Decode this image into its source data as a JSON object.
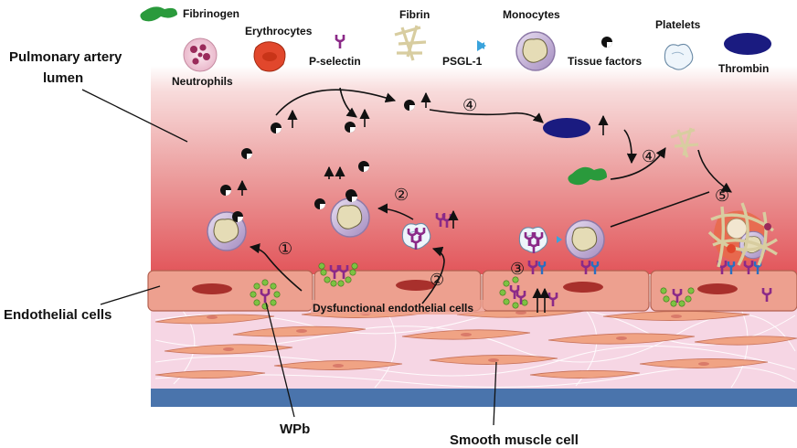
{
  "legend": {
    "fibrinogen": "Fibrinogen",
    "erythrocytes": "Erythrocytes",
    "neutrophils": "Neutrophils",
    "p_selectin": "P-selectin",
    "fibrin": "Fibrin",
    "psgl1": "PSGL-1",
    "monocytes": "Monocytes",
    "tissue_factors": "Tissue factors",
    "platelets": "Platelets",
    "thrombin": "Thrombin"
  },
  "labels": {
    "lumen_line1": "Pulmonary artery",
    "lumen_line2": "lumen",
    "endothelial_cells": "Endothelial cells",
    "dysfunctional": "Dysfunctional endothelial cells",
    "wpb": "WPb",
    "smooth_muscle": "Smooth muscle cell"
  },
  "steps": {
    "s1": "①",
    "s2a": "②",
    "s2b": "②",
    "s3": "③",
    "s4a": "④",
    "s4b": "④",
    "s5": "⑤"
  },
  "colors": {
    "lumen_top": "#ffffff",
    "lumen_bottom": "#e2555a",
    "endothelium": "#eda08f",
    "nucleus": "#a8302c",
    "tissue": "#f6d6e4",
    "muscle_fiber": "#f0a384",
    "basement": "#4a74ac",
    "p_selectin": "#8b2a88",
    "psgl1": "#3aa3dc",
    "fibrinogen": "#2a9a3c",
    "thrombin": "#1a1b80",
    "monocyte": "#c6b4d6",
    "granule": "#7dc242",
    "fibrin": "#d8cda0"
  }
}
